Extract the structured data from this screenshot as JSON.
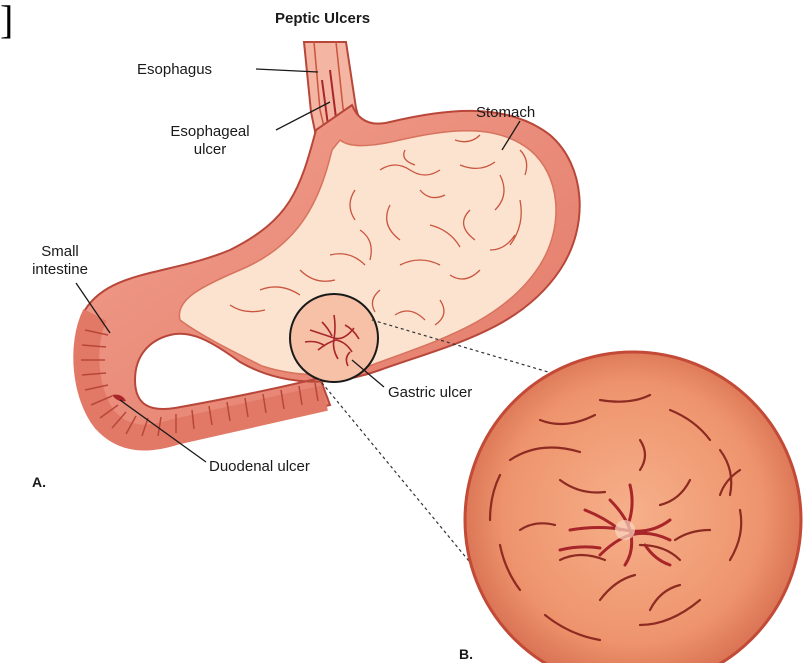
{
  "title": "Peptic Ulcers",
  "labels": {
    "esophagus": "Esophagus",
    "esophageal_ulcer_1": "Esophageal",
    "esophageal_ulcer_2": "ulcer",
    "stomach": "Stomach",
    "small_intestine_1": "Small",
    "small_intestine_2": "intestine",
    "gastric_ulcer": "Gastric ulcer",
    "duodenal_ulcer": "Duodenal ulcer"
  },
  "panels": {
    "a": "A.",
    "b": "B."
  },
  "colors": {
    "wall": "#e8887a",
    "wall_dark": "#c8503f",
    "lining": "#fbe3cf",
    "fold": "#c9553f",
    "ulcer": "#a8262a",
    "zoom_fill": "#ef9670",
    "zoom_rim": "#c24a36"
  }
}
